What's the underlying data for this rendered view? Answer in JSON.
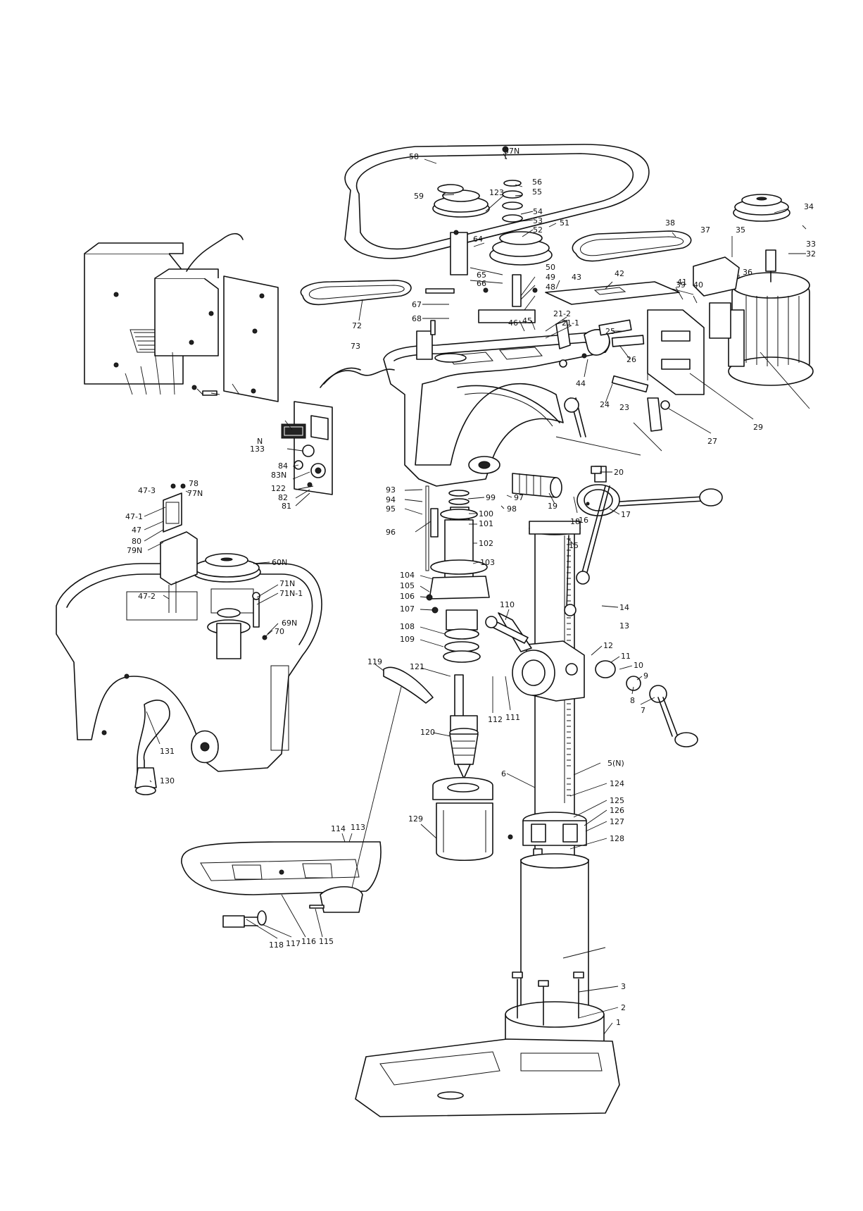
{
  "labels": {
    "l58": "58",
    "l57N": "57N",
    "l59": "59",
    "l123": "123",
    "l56": "56",
    "l55": "55",
    "l54": "54",
    "l53": "53",
    "l52": "52",
    "l51": "51",
    "l34": "34",
    "l33": "33",
    "l32": "32",
    "l38": "38",
    "l37": "37",
    "l35": "35",
    "l36": "36",
    "l64": "64",
    "l65": "65",
    "l66": "66",
    "l67": "67",
    "l68": "68",
    "l72": "72",
    "l73": "73",
    "l50": "50",
    "l49": "49",
    "l48": "48",
    "l43": "43",
    "l42": "42",
    "l39": "39",
    "l41": "41",
    "l40": "40",
    "l21_2": "21-2",
    "l21_1": "21-1",
    "l46": "46",
    "l45": "45",
    "l25": "25",
    "l26": "26",
    "l44": "44",
    "l24": "24",
    "l23": "23",
    "l27": "27",
    "l29": "29",
    "l20": "20",
    "lN": "N",
    "l133": "133",
    "l84": "84",
    "l83N": "83N",
    "l122": "122",
    "l82": "82",
    "l81": "81",
    "l93": "93",
    "l94": "94",
    "l95": "95",
    "l96": "96",
    "l99": "99",
    "l97": "97",
    "l98": "98",
    "l100": "100",
    "l101": "101",
    "l102": "102",
    "l103": "103",
    "l19": "19",
    "l18": "18",
    "l16": "16",
    "l17": "17",
    "l15": "15",
    "l47_3": "47-3",
    "l78": "78",
    "l77N": "77N",
    "l47_1": "47-1",
    "l47": "47",
    "l80": "80",
    "l79N": "79N",
    "l60N": "60N",
    "l47_2": "47-2",
    "l71N": "71N",
    "l71N_1": "71N-1",
    "l69N": "69N",
    "l70": "70",
    "l104": "104",
    "l105": "105",
    "l106": "106",
    "l107": "107",
    "l108": "108",
    "l109": "109",
    "l110": "110",
    "l14": "14",
    "l13": "13",
    "l12": "12",
    "l11": "11",
    "l10": "10",
    "l9": "9",
    "l8": "8",
    "l7": "7",
    "l119": "119",
    "l121": "121",
    "l112": "112",
    "l111": "111",
    "l131": "131",
    "l130": "130",
    "l120": "120",
    "l6": "6",
    "l5N": "5(N)",
    "l124": "124",
    "l125": "125",
    "l126": "126",
    "l127": "127",
    "l128": "128",
    "l129": "129",
    "l114": "114",
    "l113": "113",
    "l118": "118",
    "l117": "117",
    "l116": "116",
    "l115": "115",
    "l3": "3",
    "l2": "2",
    "l1": "1"
  }
}
